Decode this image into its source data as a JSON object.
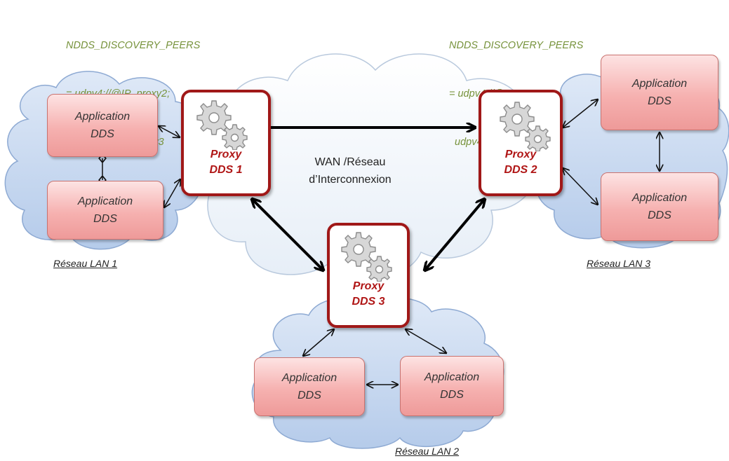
{
  "config_left": {
    "line1": "NDDS_DISCOVERY_PEERS",
    "line2": "= udpv4://@IP_proxy2;",
    "line3": "  udpv4://@IP_proxy3"
  },
  "config_right": {
    "line1": "NDDS_DISCOVERY_PEERS",
    "line2": "= udpv4://@IP_proxy1;",
    "line3": "  udpv4://@IP_proxy3"
  },
  "wan": {
    "line1": "WAN /Réseau",
    "line2": "d’Interconnexion"
  },
  "proxies": [
    {
      "line1": "Proxy",
      "line2": "DDS 1"
    },
    {
      "line1": "Proxy",
      "line2": "DDS 2"
    },
    {
      "line1": "Proxy",
      "line2": "DDS 3"
    }
  ],
  "apps": [
    {
      "line1": "Application",
      "line2": "DDS"
    },
    {
      "line1": "Application",
      "line2": "DDS"
    },
    {
      "line1": "Application",
      "line2": "DDS"
    },
    {
      "line1": "Application",
      "line2": "DDS"
    },
    {
      "line1": "Application",
      "line2": "DDS"
    },
    {
      "line1": "Application",
      "line2": "DDS"
    }
  ],
  "lans": {
    "lan1": "Réseau LAN 1",
    "lan2": "Réseau LAN 2",
    "lan3": "Réseau LAN 3"
  },
  "colors": {
    "proxy_border": "#a01818",
    "proxy_text": "#b01616",
    "app_fill": "#f6b1b0",
    "lan_cloud": "#c6d9f1",
    "wan_cloud": "#f4f8fc",
    "config_text": "#77933c"
  },
  "icons": [
    "gears-icon"
  ]
}
